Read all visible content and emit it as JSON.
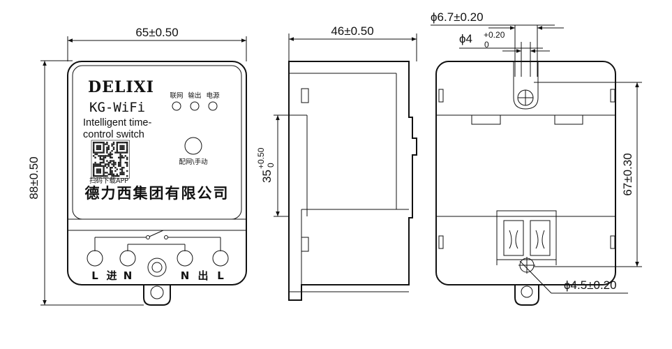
{
  "front_view": {
    "width_dim": "65±0.50",
    "height_dim": "88±0.50",
    "brand": "DELIXI",
    "model": "KG-WiFi",
    "description_line1": "Intelligent time-",
    "description_line2": "control switch",
    "led_labels": [
      "联网",
      "输出",
      "电源"
    ],
    "button_label": "配网\\手动",
    "qr_caption": "扫码下载APP",
    "company": "德力西集团有限公司",
    "terminals": {
      "left_L": "L",
      "in": "进",
      "left_N": "N",
      "right_N": "N",
      "out": "出",
      "right_L": "L"
    }
  },
  "side_view": {
    "depth_dim": "46±0.50",
    "rail_dim_main": "35",
    "rail_tol_upper": "+0.50",
    "rail_tol_lower": "0"
  },
  "back_view": {
    "hole_outer_dim": "ϕ6.7±0.20",
    "hole_inner_main": "ϕ4",
    "hole_inner_tol_upper": "+0.20",
    "hole_inner_tol_lower": "0",
    "mount_dim": "67±0.30",
    "bottom_hole_dim": "ϕ4.5±0.20"
  }
}
